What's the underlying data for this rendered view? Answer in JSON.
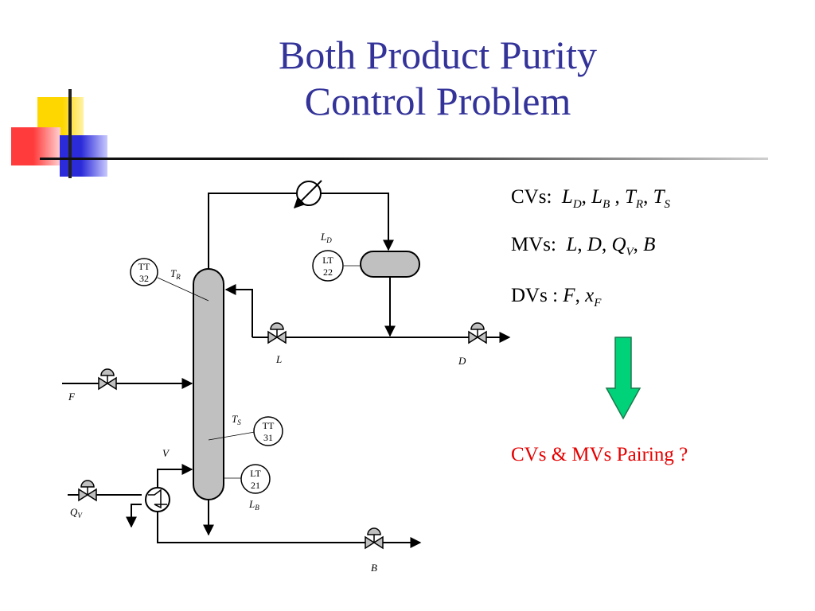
{
  "slide": {
    "title_line1": "Both Product Purity",
    "title_line2": "Control Problem"
  },
  "diagram": {
    "instruments": [
      {
        "id": "TT32",
        "line1": "TT",
        "line2": "32"
      },
      {
        "id": "LT22",
        "line1": "LT",
        "line2": "22"
      },
      {
        "id": "TT31",
        "line1": "TT",
        "line2": "31"
      },
      {
        "id": "LT21",
        "line1": "LT",
        "line2": "21"
      }
    ],
    "labels": {
      "TR": {
        "base": "T",
        "sub": "R"
      },
      "TS": {
        "base": "T",
        "sub": "S"
      },
      "LD": {
        "base": "L",
        "sub": "D"
      },
      "LB": {
        "base": "L",
        "sub": "B"
      },
      "QV": {
        "base": "Q",
        "sub": "V"
      },
      "L": "L",
      "D": "D",
      "F": "F",
      "V": "V",
      "B": "B"
    }
  },
  "variables": {
    "cvs_label": "CVs:",
    "cvs": [
      {
        "base": "L",
        "sub": "D",
        "sep": ", "
      },
      {
        "base": "L",
        "sub": "B",
        "sep": " , "
      },
      {
        "base": "T",
        "sub": "R",
        "sep": ", "
      },
      {
        "base": "T",
        "sub": "S",
        "sep": ""
      }
    ],
    "mvs_label": "MVs:",
    "mvs": [
      {
        "base": "L",
        "sub": "",
        "sep": ", "
      },
      {
        "base": "D",
        "sub": "",
        "sep": ", "
      },
      {
        "base": "Q",
        "sub": "V",
        "sep": ", "
      },
      {
        "base": "B",
        "sub": "",
        "sep": ""
      }
    ],
    "dvs_label": "DVs :",
    "dvs": [
      {
        "base": "F",
        "sub": "",
        "sep": ", "
      },
      {
        "base": "x",
        "sub": "F",
        "sep": ""
      }
    ]
  },
  "question": "CVs & MVs Pairing ?",
  "colors": {
    "title": "#333399",
    "question": "#e60000",
    "arrow": "#00d27a",
    "equipment_fill": "#c0c0c0",
    "deco_yellow": "#ffd700",
    "deco_red": "#ff3b3b",
    "deco_blue": "#2b2bd9"
  }
}
